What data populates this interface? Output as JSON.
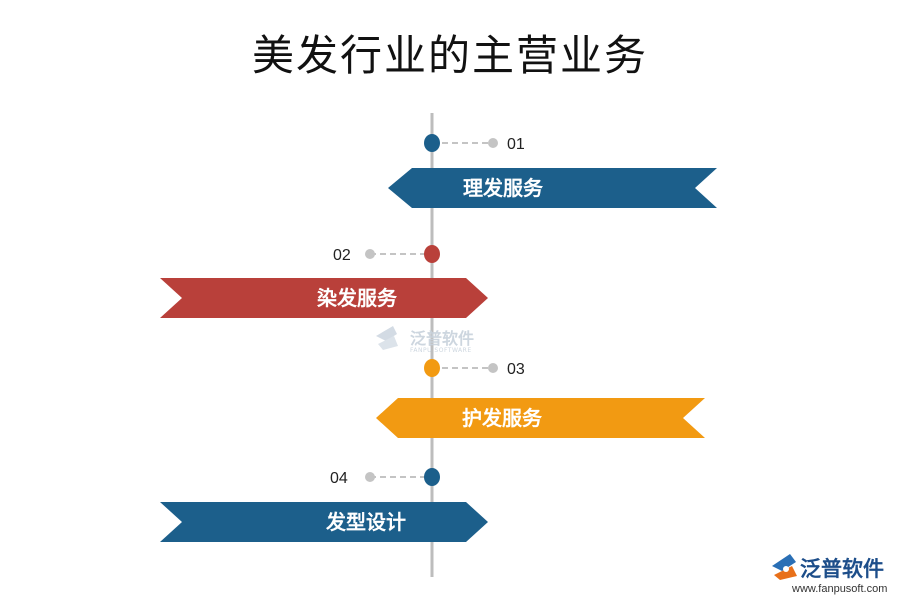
{
  "title": "美发行业的主营业务",
  "colors": {
    "blue": "#1c5f8b",
    "red": "#b9403a",
    "orange": "#f29a12",
    "timeline": "#bdbdbd",
    "connector_dot": "#c4c4c4"
  },
  "items": [
    {
      "number": "01",
      "label": "理发服务",
      "color": "#1c5f8b",
      "side": "right"
    },
    {
      "number": "02",
      "label": "染发服务",
      "color": "#b9403a",
      "side": "left"
    },
    {
      "number": "03",
      "label": "护发服务",
      "color": "#f29a12",
      "side": "right"
    },
    {
      "number": "04",
      "label": "发型设计",
      "color": "#1c5f8b",
      "side": "left"
    }
  ],
  "watermark": {
    "name": "泛普软件",
    "sub": "FANPU SOFTWARE"
  },
  "logo": {
    "name": "泛普软件",
    "url": "www.fanpusoft.com"
  }
}
